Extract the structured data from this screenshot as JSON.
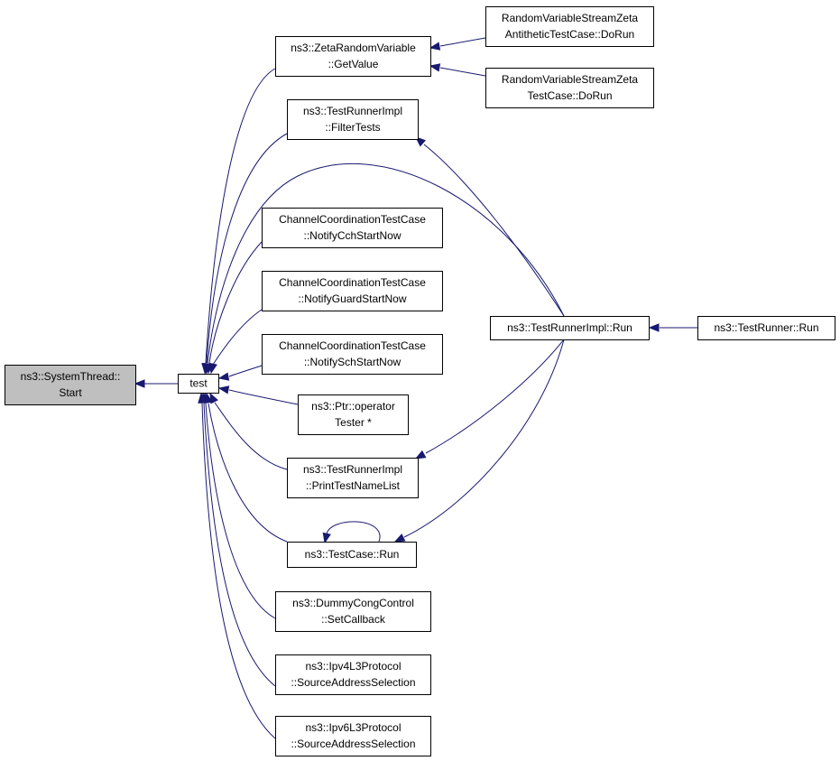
{
  "colors": {
    "edge": "#191970",
    "node_fill": "#ffffff",
    "root_fill": "#bfbfbf",
    "node_border": "#000000"
  },
  "nodes": [
    {
      "id": "start",
      "lines": [
        "ns3::SystemThread::",
        "Start"
      ],
      "highlighted": true
    },
    {
      "id": "test",
      "lines": [
        "test"
      ]
    },
    {
      "id": "zeta_getvalue",
      "lines": [
        "ns3::ZetaRandomVariable",
        "::GetValue"
      ]
    },
    {
      "id": "filtertests",
      "lines": [
        "ns3::TestRunnerImpl",
        "::FilterTests"
      ]
    },
    {
      "id": "cc_cch",
      "lines": [
        "ChannelCoordinationTestCase",
        "::NotifyCchStartNow"
      ]
    },
    {
      "id": "cc_guard",
      "lines": [
        "ChannelCoordinationTestCase",
        "::NotifyGuardStartNow"
      ]
    },
    {
      "id": "cc_sch",
      "lines": [
        "ChannelCoordinationTestCase",
        "::NotifySchStartNow"
      ]
    },
    {
      "id": "ptr_op",
      "lines": [
        "ns3::Ptr::operator",
        "Tester *"
      ]
    },
    {
      "id": "printtestnamelist",
      "lines": [
        "ns3::TestRunnerImpl",
        "::PrintTestNameList"
      ]
    },
    {
      "id": "testcase_run",
      "lines": [
        "ns3::TestCase::Run"
      ]
    },
    {
      "id": "dummycong",
      "lines": [
        "ns3::DummyCongControl",
        "::SetCallback"
      ]
    },
    {
      "id": "ipv4_sas",
      "lines": [
        "ns3::Ipv4L3Protocol",
        "::SourceAddressSelection"
      ]
    },
    {
      "id": "ipv6_sas",
      "lines": [
        "ns3::Ipv6L3Protocol",
        "::SourceAddressSelection"
      ]
    },
    {
      "id": "rvs_zeta_anti",
      "lines": [
        "RandomVariableStreamZeta",
        "AntitheticTestCase::DoRun"
      ]
    },
    {
      "id": "rvs_zeta",
      "lines": [
        "RandomVariableStreamZeta",
        "TestCase::DoRun"
      ]
    },
    {
      "id": "testrunnerimpl_run",
      "lines": [
        "ns3::TestRunnerImpl::Run"
      ]
    },
    {
      "id": "testrunner_run",
      "lines": [
        "ns3::TestRunner::Run"
      ]
    }
  ],
  "edges": [
    [
      "test",
      "start"
    ],
    [
      "zeta_getvalue",
      "test"
    ],
    [
      "filtertests",
      "test"
    ],
    [
      "testrunnerimpl_run",
      "test"
    ],
    [
      "cc_cch",
      "test"
    ],
    [
      "cc_guard",
      "test"
    ],
    [
      "cc_sch",
      "test"
    ],
    [
      "ptr_op",
      "test"
    ],
    [
      "printtestnamelist",
      "test"
    ],
    [
      "testcase_run",
      "test"
    ],
    [
      "dummycong",
      "test"
    ],
    [
      "ipv4_sas",
      "test"
    ],
    [
      "ipv6_sas",
      "test"
    ],
    [
      "rvs_zeta_anti",
      "zeta_getvalue"
    ],
    [
      "rvs_zeta",
      "zeta_getvalue"
    ],
    [
      "testrunnerimpl_run",
      "filtertests"
    ],
    [
      "testrunnerimpl_run",
      "printtestnamelist"
    ],
    [
      "testrunnerimpl_run",
      "testcase_run"
    ],
    [
      "testcase_run",
      "testcase_run"
    ],
    [
      "testrunner_run",
      "testrunnerimpl_run"
    ]
  ]
}
